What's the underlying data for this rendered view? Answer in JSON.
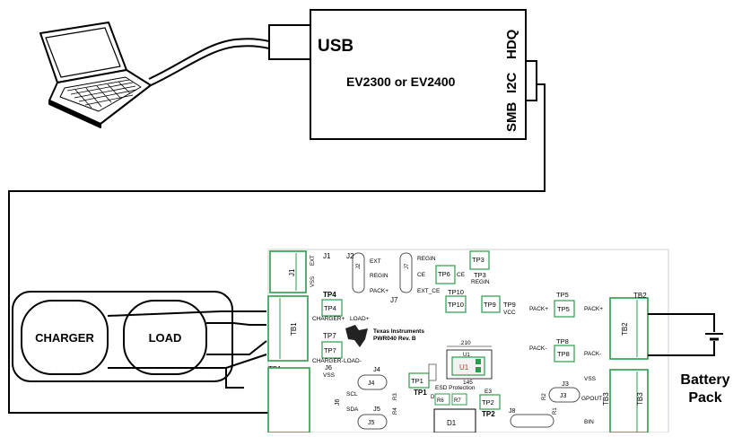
{
  "usb_adapter": {
    "usb_label": "USB",
    "model_label": "EV2300 or EV2400",
    "port_hdq": "HDQ",
    "port_i2c": "I2C",
    "port_smb": "SMB"
  },
  "charger_label": "CHARGER",
  "load_label": "LOAD",
  "battery_pack_line1": "Battery",
  "battery_pack_line2": "Pack",
  "board": {
    "logo_line1": "Texas Instruments",
    "logo_line2": "PWR040 Rev. B",
    "labels": {
      "j1": "J1",
      "j1_rot": "J1",
      "ext_v": "EXT",
      "vss_v": "VSS",
      "j2": "J2",
      "j2_rot": "J2",
      "ext": "EXT",
      "regin": "REGIN",
      "packp": "PACK+",
      "j7": "J7",
      "j7_rot": "J7",
      "regin2": "REGIN",
      "ce": "CE",
      "ext_ce": "EXT_CE",
      "tp6": "TP6",
      "ce2": "CE",
      "tp3": "TP3",
      "tp3b": "TP3",
      "regin3": "REGIN",
      "tp4b": "TP4",
      "tp4": "TP4",
      "chargerp": "CHARGER+",
      "loadp": "LOAD+",
      "tb1": "TB1",
      "tb1b": "TB1",
      "tp7b": "TP7",
      "tp7": "TP7",
      "chargerm": "CHARGER-",
      "loadm": "LOAD-",
      "tp10b": "TP10",
      "tp10": "TP10",
      "tp9": "TP9",
      "tp9b": "TP9",
      "vcc": "VCC",
      "tp5b": "TP5",
      "tp5": "TP5",
      "packp2": "PACK+",
      "packp3": "PACK+",
      "tb2": "TB2",
      "tb2b": "TB2",
      "tp8b": "TP8",
      "tp8": "TP8",
      "packm": "PACK-",
      "packm2": "PACK-",
      "dim210": ".210",
      "dim145": "145",
      "u1": "U1",
      "u1b": "U1",
      "j6": "J6",
      "vss2": "VSS",
      "j4": "J4",
      "j4b": "J4",
      "scl": "SCL",
      "sda": "SDA",
      "j5": "J5",
      "j5b": "J5",
      "j6b": "J6",
      "tp1": "TP1",
      "tp1b": "TP1",
      "d3": "D3",
      "esd": "ESD Protection",
      "e3": "E3",
      "tp2": "TP2",
      "tp2b": "TP2",
      "r6": "R6",
      "r7": "R7",
      "d1": "D1",
      "j8": "J8",
      "vss3": "VSS",
      "j3": "J3",
      "j3b": "J3",
      "gpout": "GPOUT",
      "tb3": "TB3",
      "tb3b": "TB3",
      "bin": "BIN",
      "r2": "R2",
      "r1": "R1",
      "r3": "R3",
      "r4": "R4"
    }
  }
}
